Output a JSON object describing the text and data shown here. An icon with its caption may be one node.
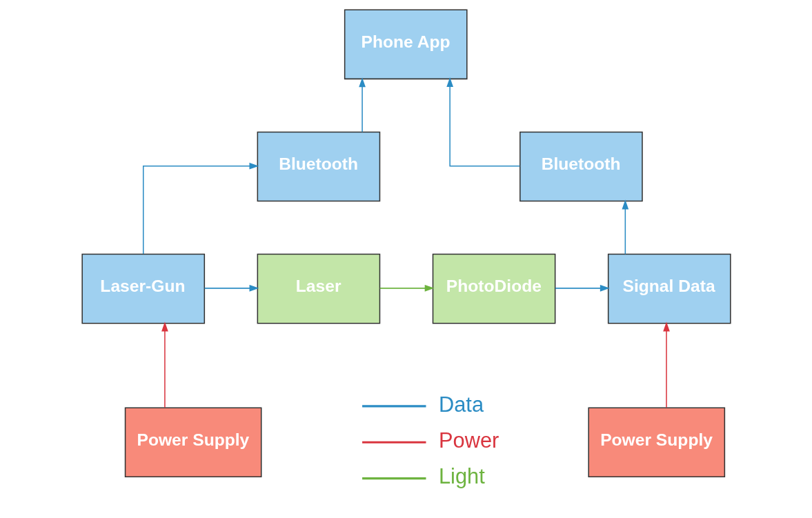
{
  "diagram": {
    "nodes": [
      {
        "text": [
          "Phone App"
        ]
      },
      {
        "text": [
          "Bluetooth"
        ]
      },
      {
        "text": [
          "Bluetooth"
        ]
      },
      {
        "text": [
          "Laser-Gun"
        ]
      },
      {
        "text": [
          "Laser"
        ]
      },
      {
        "text": [
          "PhotoDiode"
        ]
      },
      {
        "text": [
          "Signal Data"
        ]
      },
      {
        "text": [
          "Power Supply"
        ]
      },
      {
        "text": [
          "Power Supply"
        ]
      }
    ],
    "edges": [
      {
        "from": 1,
        "to": 0,
        "arrow": "to"
      },
      {
        "from": 2,
        "to": 0,
        "arrow": "to"
      },
      {
        "from": 3,
        "to": 1,
        "arrow": "to"
      },
      {
        "from": 6,
        "to": 2,
        "arrow": "to"
      },
      {
        "from": 3,
        "to": 4,
        "arrow": "to"
      },
      {
        "from": 4,
        "to": 5,
        "arrow": "to",
        "color": "#6db33f"
      },
      {
        "from": 5,
        "to": 6,
        "arrow": "to"
      },
      {
        "from": 7,
        "to": 3,
        "arrow": "to",
        "color": "#d9353f"
      },
      {
        "from": 8,
        "to": 6,
        "arrow": "to",
        "color": "#d9353f"
      }
    ],
    "legend": [
      {
        "text": "Data"
      },
      {
        "text": "Power"
      },
      {
        "text": "Light"
      }
    ]
  }
}
